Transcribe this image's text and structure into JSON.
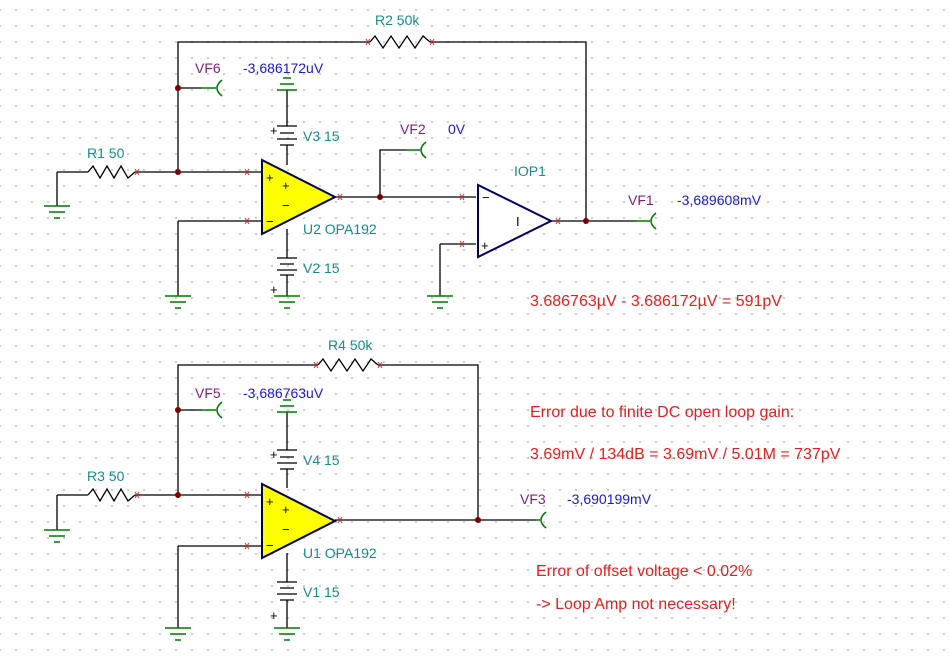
{
  "top": {
    "r1": "R1 50",
    "r2": "R2 50k",
    "vf6": "VF6",
    "vf6_value": "-3,686172uV",
    "v3": "V3 15",
    "v2": "V2 15",
    "u2": "U2 OPA192",
    "vf2": "VF2",
    "vf2_value": "0V",
    "iop1": "IOP1",
    "iop1_symbol": "I",
    "vf1": "VF1",
    "vf1_value": "-3,689608mV"
  },
  "bottom": {
    "r3": "R3 50",
    "r4": "R4 50k",
    "vf5": "VF5",
    "vf5_value": "-3,686763uV",
    "v4": "V4 15",
    "v1": "V1 15",
    "u1": "U1 OPA192",
    "vf3": "VF3",
    "vf3_value": "-3,690199mV"
  },
  "notes": {
    "diff": "3.686763µV - 3.686172µV = 591pV",
    "gain_title": "Error due to finite DC open loop gain:",
    "gain_calc": "3.69mV / 134dB = 3.69mV / 5.01M = 737pV",
    "offset": "Error of offset voltage < 0.02%",
    "loop": "-> Loop Amp not necessary!"
  },
  "pins": {
    "plus": "+",
    "minus": "−"
  },
  "colors": {
    "component_label": "#1a8a8a",
    "probe_label": "#7a1f7a",
    "probe_value": "#1a1acc",
    "note": "#e02020",
    "opamp_fill": "#ffff00",
    "ground": "#007a00"
  }
}
